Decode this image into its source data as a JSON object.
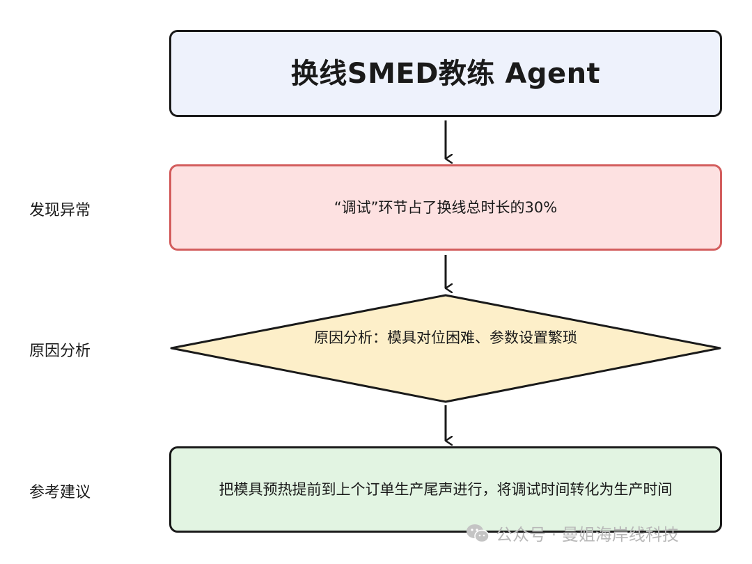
{
  "flow": {
    "title": "换线SMED教练 Agent",
    "anomaly_text": "“调试”环节占了换线总时长的30%",
    "analysis_text": "原因分析：模具对位困难、参数设置繁琐",
    "suggestion_text": "把模具预热提前到上个订单生产尾声进行，将调试时间转化为生产时间"
  },
  "side_labels": {
    "anomaly": "发现异常",
    "analysis": "原因分析",
    "suggestion": "参考建议"
  },
  "watermark": {
    "text": "公众号 · 曼姐海岸线科技",
    "icon": "wechat-icon"
  },
  "colors": {
    "title_fill": "#eef2fc",
    "anomaly_fill": "#fde1e1",
    "anomaly_border": "#d35d5d",
    "analysis_fill": "#fdefc9",
    "suggestion_fill": "#e2f4e2",
    "stroke": "#1a1a1a"
  }
}
